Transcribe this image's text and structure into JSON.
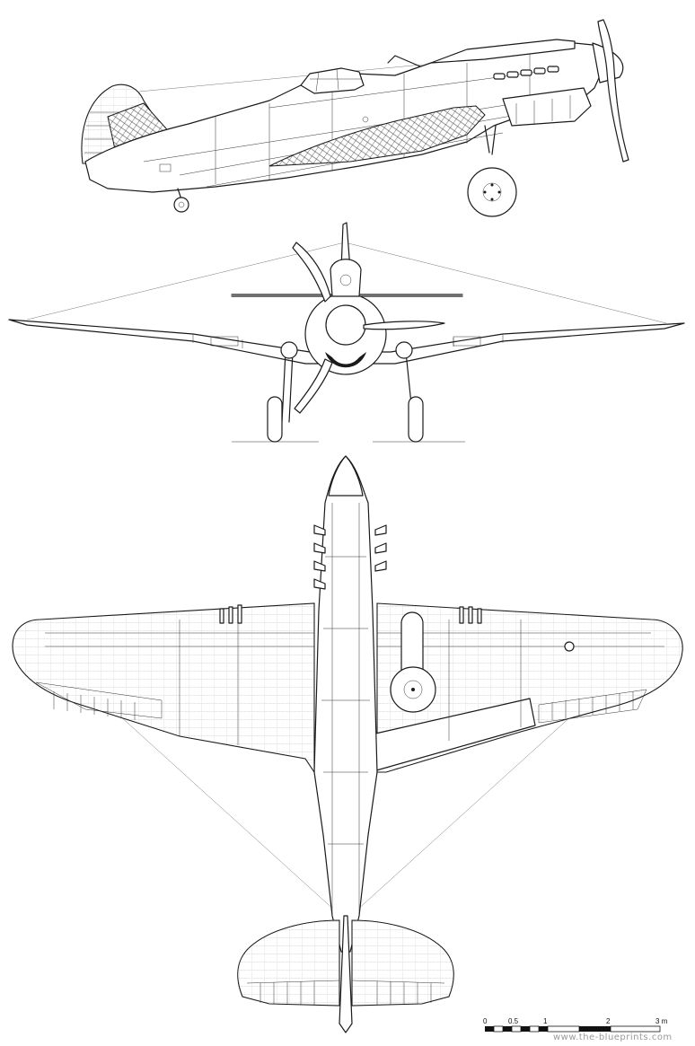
{
  "drawing": {
    "views": [
      "side-view",
      "front-view",
      "top-view"
    ]
  },
  "scale_bar": {
    "ticks": [
      "0",
      "0.5",
      "1",
      "2",
      "3 m"
    ]
  },
  "watermark": {
    "text": "www.the-blueprints.com"
  }
}
